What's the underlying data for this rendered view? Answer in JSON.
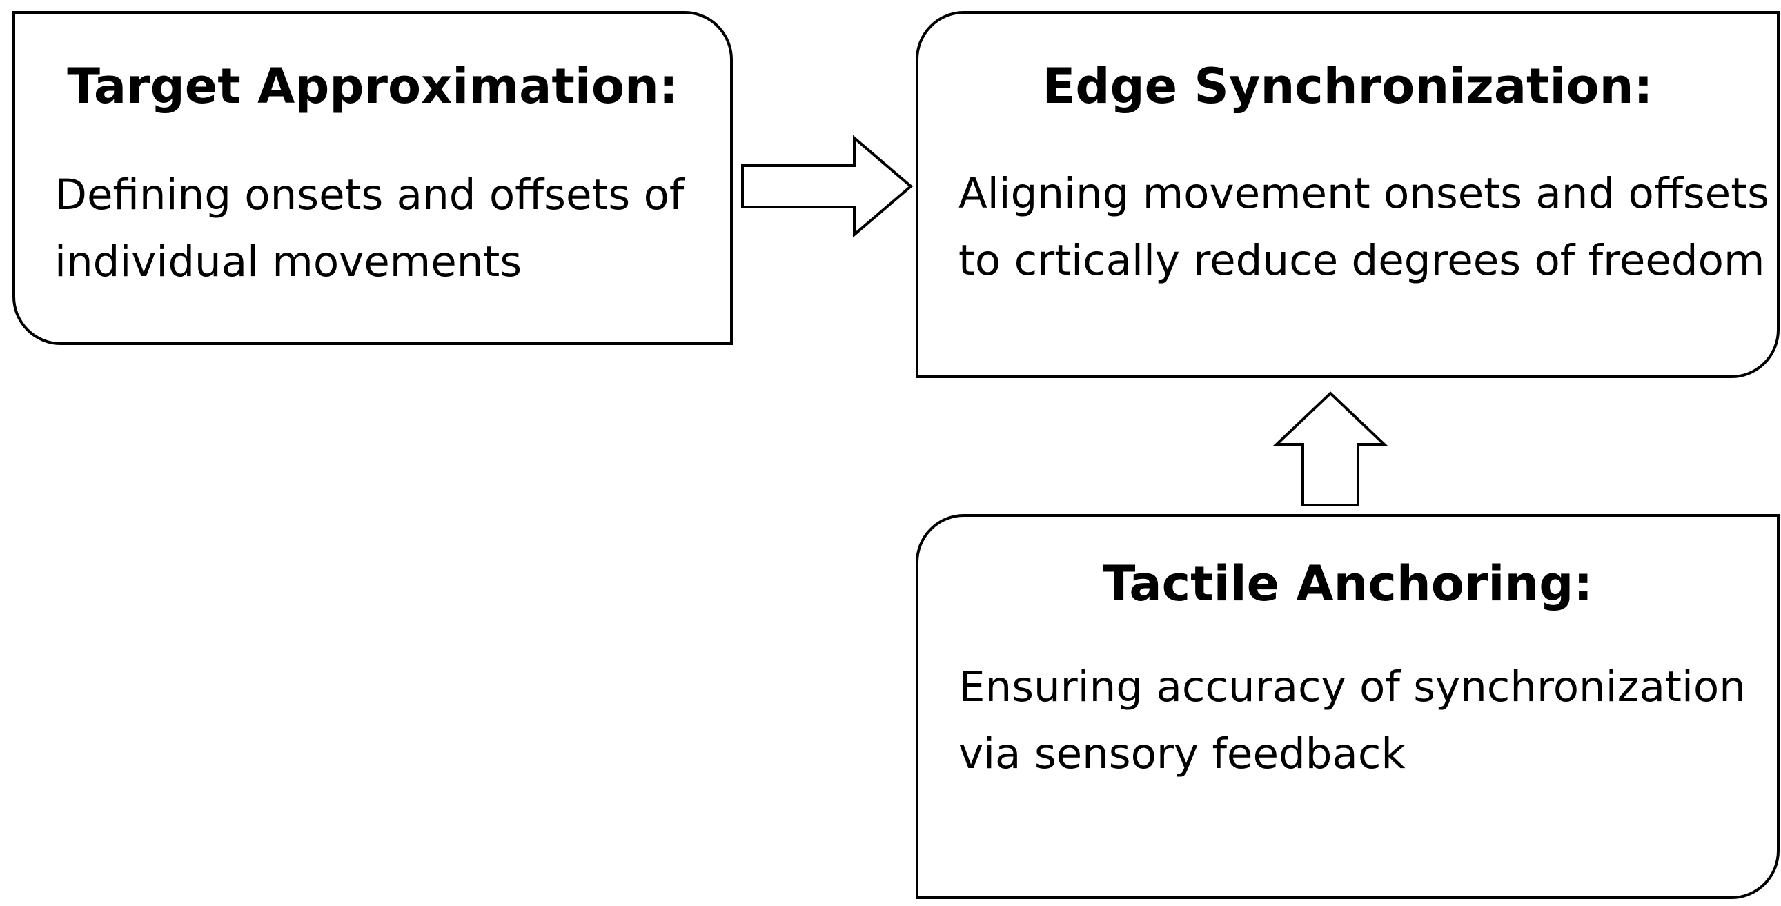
{
  "diagram": {
    "nodes": [
      {
        "id": "target-approximation",
        "title": "Target Approximation:",
        "body": "Defining onsets and offsets of individual movements"
      },
      {
        "id": "edge-synchronization",
        "title": "Edge Synchronization:",
        "body": "Aligning movement onsets and offsets to crtically reduce degrees of freedom"
      },
      {
        "id": "tactile-anchoring",
        "title": "Tactile Anchoring:",
        "body": "Ensuring accuracy of synchronization via sensory feedback"
      }
    ],
    "edges": [
      {
        "from": "target-approximation",
        "to": "edge-synchronization",
        "style": "hollow-block-arrow"
      },
      {
        "from": "tactile-anchoring",
        "to": "edge-synchronization",
        "style": "hollow-block-arrow"
      }
    ],
    "colors": {
      "stroke": "#000000",
      "fill": "#ffffff",
      "text": "#000000"
    }
  }
}
